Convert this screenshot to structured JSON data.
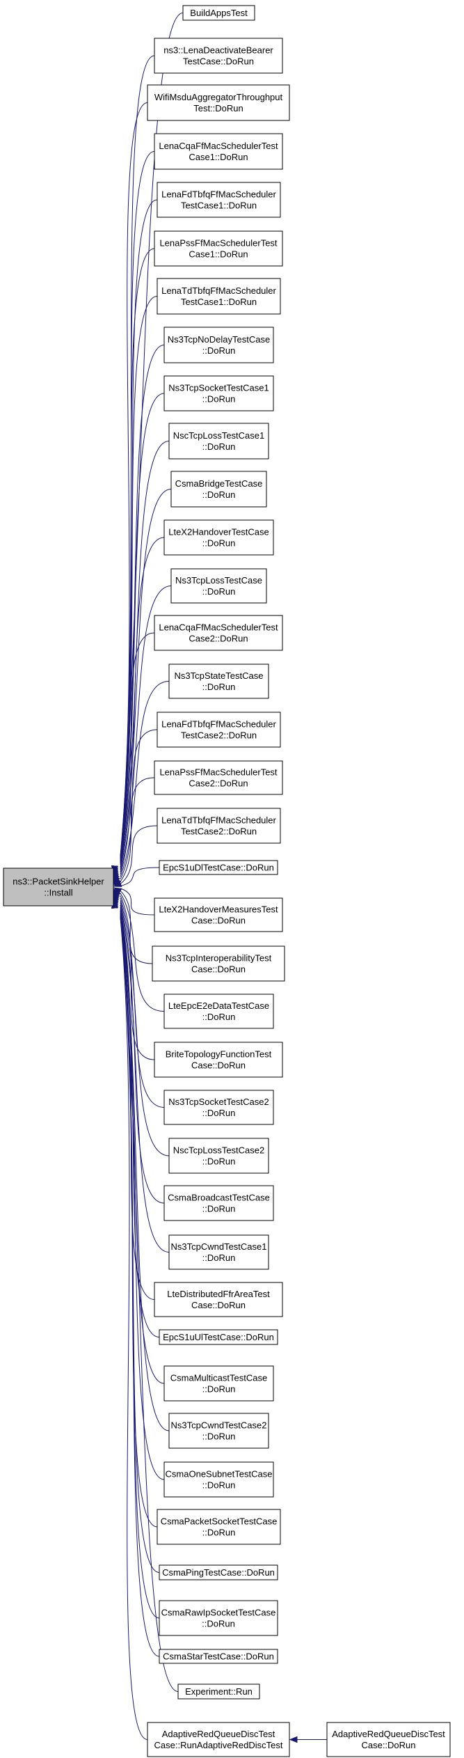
{
  "diagram": {
    "type": "call-graph",
    "colors": {
      "edge": "#191970",
      "node_fill": "#ffffff",
      "focus_fill": "#bfbfbf",
      "border": "#000000"
    },
    "focus": {
      "id": "install",
      "lines": [
        "ns3::PacketSinkHelper",
        "::Install"
      ]
    },
    "callers": [
      {
        "id": "c0",
        "lines": [
          "BuildAppsTest"
        ]
      },
      {
        "id": "c1",
        "lines": [
          "ns3::LenaDeactivateBearer",
          "TestCase::DoRun"
        ]
      },
      {
        "id": "c2",
        "lines": [
          "WifiMsduAggregatorThroughput",
          "Test::DoRun"
        ]
      },
      {
        "id": "c3",
        "lines": [
          "LenaCqaFfMacSchedulerTest",
          "Case1::DoRun"
        ]
      },
      {
        "id": "c4",
        "lines": [
          "LenaFdTbfqFfMacScheduler",
          "TestCase1::DoRun"
        ]
      },
      {
        "id": "c5",
        "lines": [
          "LenaPssFfMacSchedulerTest",
          "Case1::DoRun"
        ]
      },
      {
        "id": "c6",
        "lines": [
          "LenaTdTbfqFfMacScheduler",
          "TestCase1::DoRun"
        ]
      },
      {
        "id": "c7",
        "lines": [
          "Ns3TcpNoDelayTestCase",
          "::DoRun"
        ]
      },
      {
        "id": "c8",
        "lines": [
          "Ns3TcpSocketTestCase1",
          "::DoRun"
        ]
      },
      {
        "id": "c9",
        "lines": [
          "NscTcpLossTestCase1",
          "::DoRun"
        ]
      },
      {
        "id": "c10",
        "lines": [
          "CsmaBridgeTestCase",
          "::DoRun"
        ]
      },
      {
        "id": "c11",
        "lines": [
          "LteX2HandoverTestCase",
          "::DoRun"
        ]
      },
      {
        "id": "c12",
        "lines": [
          "Ns3TcpLossTestCase",
          "::DoRun"
        ]
      },
      {
        "id": "c13",
        "lines": [
          "LenaCqaFfMacSchedulerTest",
          "Case2::DoRun"
        ]
      },
      {
        "id": "c14",
        "lines": [
          "Ns3TcpStateTestCase",
          "::DoRun"
        ]
      },
      {
        "id": "c15",
        "lines": [
          "LenaFdTbfqFfMacScheduler",
          "TestCase2::DoRun"
        ]
      },
      {
        "id": "c16",
        "lines": [
          "LenaPssFfMacSchedulerTest",
          "Case2::DoRun"
        ]
      },
      {
        "id": "c17",
        "lines": [
          "LenaTdTbfqFfMacScheduler",
          "TestCase2::DoRun"
        ]
      },
      {
        "id": "c18",
        "lines": [
          "EpcS1uDlTestCase::DoRun"
        ]
      },
      {
        "id": "c19",
        "lines": [
          "LteX2HandoverMeasuresTest",
          "Case::DoRun"
        ]
      },
      {
        "id": "c20",
        "lines": [
          "Ns3TcpInteroperabilityTest",
          "Case::DoRun"
        ]
      },
      {
        "id": "c21",
        "lines": [
          "LteEpcE2eDataTestCase",
          "::DoRun"
        ]
      },
      {
        "id": "c22",
        "lines": [
          "BriteTopologyFunctionTest",
          "Case::DoRun"
        ]
      },
      {
        "id": "c23",
        "lines": [
          "Ns3TcpSocketTestCase2",
          "::DoRun"
        ]
      },
      {
        "id": "c24",
        "lines": [
          "NscTcpLossTestCase2",
          "::DoRun"
        ]
      },
      {
        "id": "c25",
        "lines": [
          "CsmaBroadcastTestCase",
          "::DoRun"
        ]
      },
      {
        "id": "c26",
        "lines": [
          "Ns3TcpCwndTestCase1",
          "::DoRun"
        ]
      },
      {
        "id": "c27",
        "lines": [
          "LteDistributedFfrAreaTest",
          "Case::DoRun"
        ]
      },
      {
        "id": "c28",
        "lines": [
          "EpcS1uUlTestCase::DoRun"
        ]
      },
      {
        "id": "c29",
        "lines": [
          "CsmaMulticastTestCase",
          "::DoRun"
        ]
      },
      {
        "id": "c30",
        "lines": [
          "Ns3TcpCwndTestCase2",
          "::DoRun"
        ]
      },
      {
        "id": "c31",
        "lines": [
          "CsmaOneSubnetTestCase",
          "::DoRun"
        ]
      },
      {
        "id": "c32",
        "lines": [
          "CsmaPacketSocketTestCase",
          "::DoRun"
        ]
      },
      {
        "id": "c33",
        "lines": [
          "CsmaPingTestCase::DoRun"
        ]
      },
      {
        "id": "c34",
        "lines": [
          "CsmaRawIpSocketTestCase",
          "::DoRun"
        ]
      },
      {
        "id": "c35",
        "lines": [
          "CsmaStarTestCase::DoRun"
        ]
      },
      {
        "id": "c36",
        "lines": [
          "Experiment::Run"
        ]
      },
      {
        "id": "c37",
        "lines": [
          "AdaptiveRedQueueDiscTest",
          "Case::RunAdaptiveRedDiscTest"
        ]
      }
    ],
    "second_level": [
      {
        "id": "d0",
        "lines": [
          "AdaptiveRedQueueDiscTest",
          "Case::DoRun"
        ],
        "calls": "c37"
      }
    ]
  }
}
